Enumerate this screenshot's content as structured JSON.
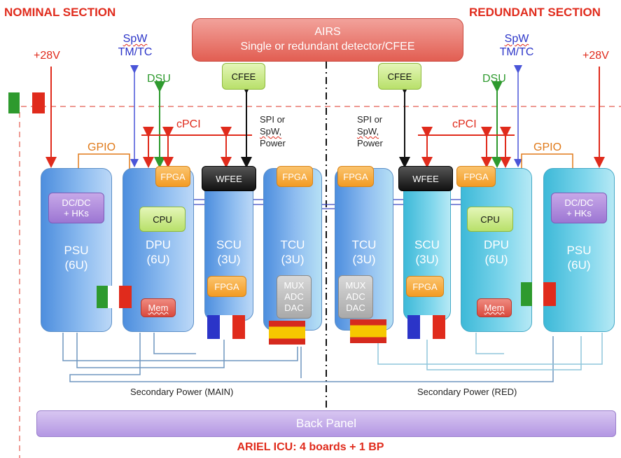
{
  "sections": {
    "nominal": "NOMINAL SECTION",
    "redundant": "REDUNDANT SECTION"
  },
  "airs": {
    "title": "AIRS",
    "subtitle": "Single or redundant detector/CFEE"
  },
  "cfee": "CFEE",
  "links": {
    "power_28v": "+28V",
    "spw": "SpW",
    "tmtc": "TM/TC",
    "dsu": "DSU",
    "cpci": "cPCI",
    "gpio": "GPIO",
    "spi_line1": "SPI or",
    "spi_line2": "SpW,",
    "spi_line3": "Power"
  },
  "boards": {
    "psu": {
      "name": "PSU",
      "size": "(6U)",
      "chip": {
        "line1": "DC/DC",
        "line2": "+ HKs"
      }
    },
    "dpu": {
      "name": "DPU",
      "size": "(6U)"
    },
    "scu": {
      "name": "SCU",
      "size": "(3U)"
    },
    "tcu": {
      "name": "TCU",
      "size": "(3U)"
    }
  },
  "chips": {
    "fpga": "FPGA",
    "wfee": "WFEE",
    "cpu": "CPU",
    "mem": "Mem",
    "mux": "MUX",
    "adc": "ADC",
    "dac": "DAC"
  },
  "power": {
    "main": "Secondary Power (MAIN)",
    "red": "Secondary Power (RED)"
  },
  "back_panel": "Back Panel",
  "footer": "ARIEL ICU: 4 boards + 1 BP",
  "colors": {
    "red": "#e02b1c",
    "blue": "#2b34c8",
    "green": "#2e9a2e",
    "orange": "#e07a1a",
    "board_blue": "#4d8ede",
    "board_cyan": "#3db9d8"
  }
}
